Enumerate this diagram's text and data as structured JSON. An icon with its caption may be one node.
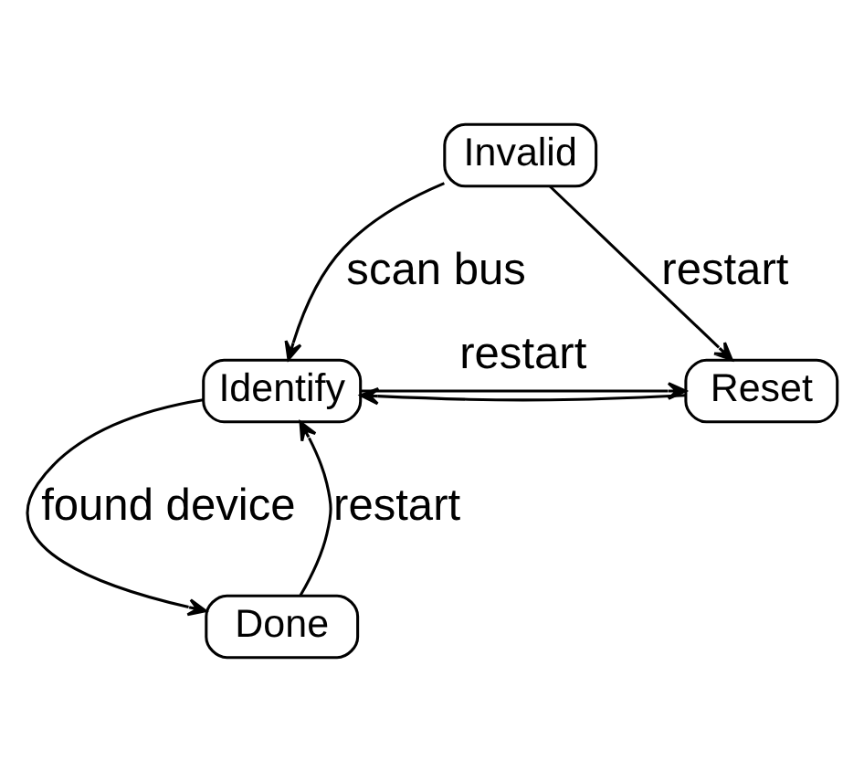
{
  "diagram": {
    "nodes": [
      {
        "text": [
          "Invalid"
        ]
      },
      {
        "text": [
          "Identify"
        ]
      },
      {
        "text": [
          "Reset"
        ]
      },
      {
        "text": [
          "Done"
        ]
      }
    ],
    "edges": [
      {
        "from": 0,
        "to": 1,
        "arrow": "to",
        "label": "scan bus"
      },
      {
        "from": 0,
        "to": 2,
        "arrow": "to",
        "label": "restart"
      },
      {
        "from": 1,
        "to": 2,
        "arrow": "to",
        "label": "restart"
      },
      {
        "from": 2,
        "to": 1,
        "arrow": "to"
      },
      {
        "from": 1,
        "to": 3,
        "arrow": "to",
        "label": "found device"
      },
      {
        "from": 3,
        "to": 1,
        "arrow": "to",
        "label": "restart"
      }
    ]
  }
}
